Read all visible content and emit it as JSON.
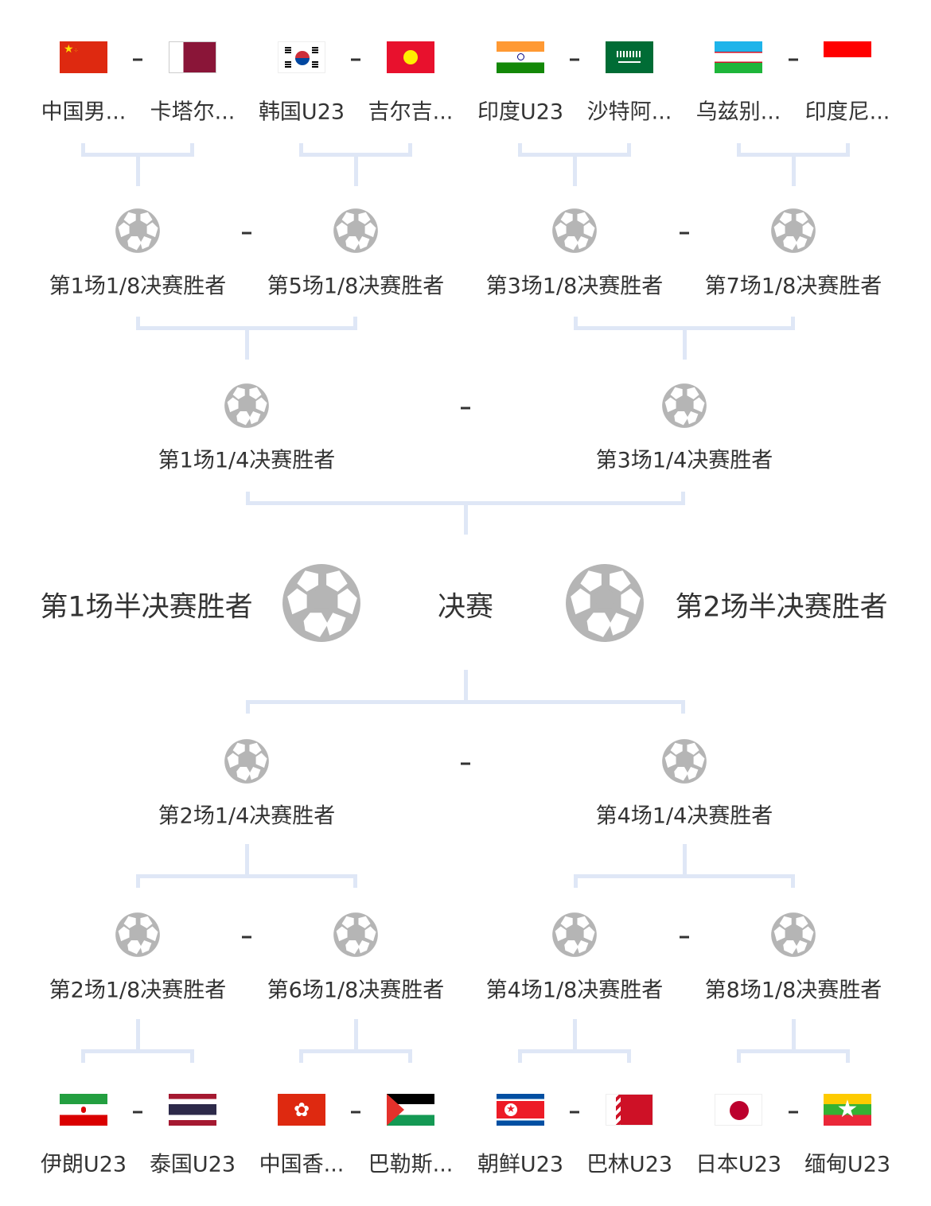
{
  "top_teams": [
    {
      "name": "中国男...",
      "flag": "china-flag"
    },
    {
      "name": "卡塔尔...",
      "flag": "qatar-flag"
    },
    {
      "name": "韩国U23",
      "flag": "south-korea-flag"
    },
    {
      "name": "吉尔吉...",
      "flag": "kyrgyzstan-flag"
    },
    {
      "name": "印度U23",
      "flag": "india-flag"
    },
    {
      "name": "沙特阿...",
      "flag": "saudi-arabia-flag"
    },
    {
      "name": "乌兹别...",
      "flag": "uzbekistan-flag"
    },
    {
      "name": "印度尼...",
      "flag": "indonesia-flag"
    }
  ],
  "bottom_teams": [
    {
      "name": "伊朗U23",
      "flag": "iran-flag"
    },
    {
      "name": "泰国U23",
      "flag": "thailand-flag"
    },
    {
      "name": "中国香...",
      "flag": "hong-kong-flag"
    },
    {
      "name": "巴勒斯...",
      "flag": "palestine-flag"
    },
    {
      "name": "朝鲜U23",
      "flag": "north-korea-flag"
    },
    {
      "name": "巴林U23",
      "flag": "bahrain-flag"
    },
    {
      "name": "日本U23",
      "flag": "japan-flag"
    },
    {
      "name": "缅甸U23",
      "flag": "myanmar-flag"
    }
  ],
  "top_r16": [
    "第1场1/8决赛胜者",
    "第5场1/8决赛胜者",
    "第3场1/8决赛胜者",
    "第7场1/8决赛胜者"
  ],
  "top_qf": [
    "第1场1/4决赛胜者",
    "第3场1/4决赛胜者"
  ],
  "final": {
    "left": "第1场半决赛胜者",
    "center": "决赛",
    "right": "第2场半决赛胜者"
  },
  "bottom_qf": [
    "第2场1/4决赛胜者",
    "第4场1/4决赛胜者"
  ],
  "bottom_r16": [
    "第2场1/8决赛胜者",
    "第6场1/8决赛胜者",
    "第4场1/8决赛胜者",
    "第8场1/8决赛胜者"
  ],
  "separator": "-",
  "colors": {
    "connector": "#dfe7f6",
    "ball": "#b5b5b5",
    "text": "#333333"
  }
}
